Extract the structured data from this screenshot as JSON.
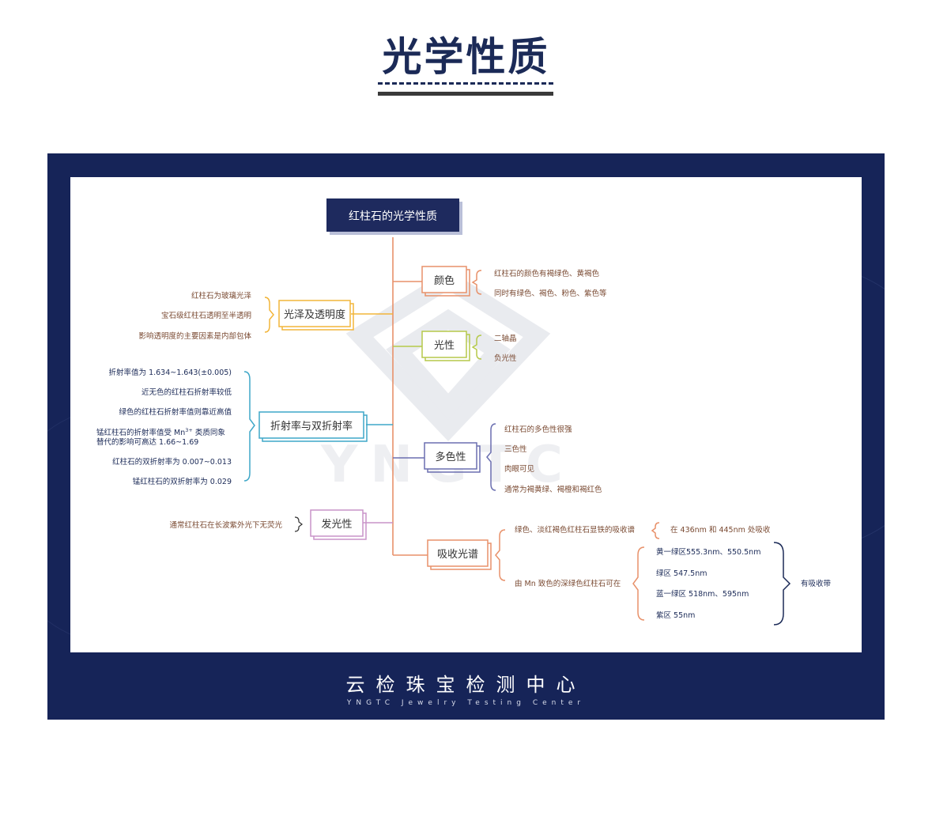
{
  "page": {
    "title": "光学性质"
  },
  "watermark": {
    "text": "YNGTC"
  },
  "footer": {
    "brand_cn": "云检珠宝检测中心",
    "brand_en": "YNGTC Jewelry Testing Center"
  },
  "diagram": {
    "root": "红柱石的光学性质",
    "nodes": {
      "color": {
        "label": "颜色",
        "items": [
          "红柱石的颜色有褐绿色、黄褐色",
          "同时有绿色、褐色、粉色、紫色等"
        ]
      },
      "optic": {
        "label": "光性",
        "items": [
          "二轴晶",
          "负光性"
        ]
      },
      "pleochroism": {
        "label": "多色性",
        "items": [
          "红柱石的多色性很强",
          "三色性",
          "肉眼可见",
          "通常为褐黄绿、褐橙和褐红色"
        ]
      },
      "absorption": {
        "label": "吸收光谱",
        "item1": "绿色、淡红褐色红柱石显铁的吸收谱",
        "item1_sub": "在 436nm 和 445nm 处吸收",
        "item2": "由 Mn 致色的深绿色红柱石可在",
        "bands": [
          "黄一绿区555.3nm、550.5nm",
          "绿区 547.5nm",
          "蓝一绿区 518nm、595nm",
          "紫区 55nm"
        ],
        "bands_result": "有吸收带"
      },
      "luster": {
        "label": "光泽及透明度",
        "items": [
          "红柱石为玻璃光泽",
          "宝石级红柱石透明至半透明",
          "影响透明度的主要因素是内部包体"
        ]
      },
      "refraction": {
        "label": "折射率与双折射率",
        "items": [
          "折射率值为 1.634~1.643(±0.005)",
          "近无色的红柱石折射率较低",
          "绿色的红柱石折射率值则靠近高值"
        ],
        "mn_line1": "锰红柱石的折射率值受 Mn",
        "mn_sup": "3+",
        "mn_line1_end": " 类质同象",
        "mn_line2": "替代的影响可高达 1.66~1.69",
        "items2": [
          "红柱石的双折射率为 0.007~0.013",
          "锰红柱石的双折射率为 0.029"
        ]
      },
      "luminescence": {
        "label": "发光性",
        "items": [
          "通常红柱石在长波紫外光下无荧光"
        ]
      }
    }
  },
  "colors": {
    "navy": "#1b2a57",
    "frame": "#162458",
    "root_box": "#1e2a5e",
    "orange": "#e8916a",
    "green": "#b5c94a",
    "purple": "#6b6fb0",
    "gold": "#f2b53a",
    "teal": "#3fa7c8",
    "pink": "#c993c9",
    "text": "#7a4a32"
  }
}
